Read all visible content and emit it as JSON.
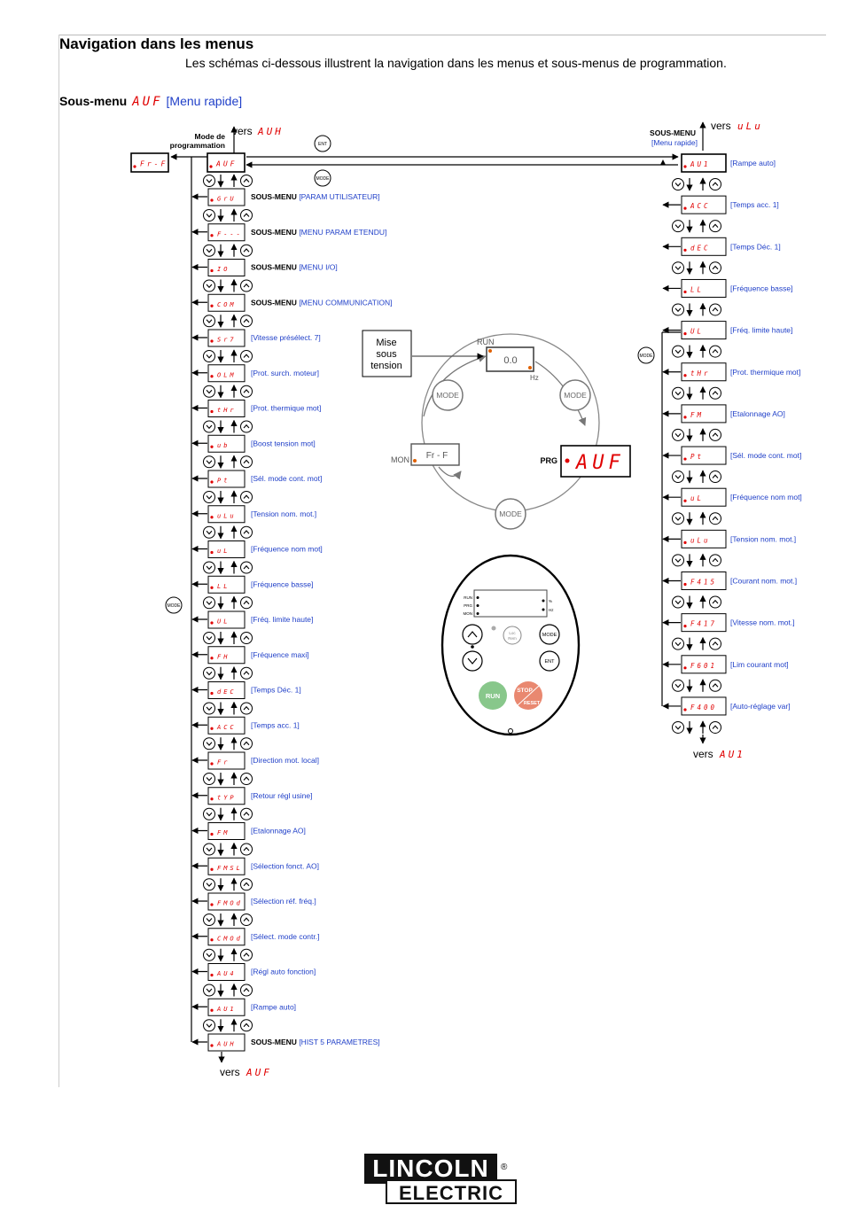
{
  "header": {
    "title": "Navigation dans les menus",
    "intro": "Les schémas ci-dessous illustrent la navigation dans les menus et sous-menus de programmation.",
    "sub_prefix": "Sous-menu",
    "sub_code": "AUF",
    "sub_name": "[Menu rapide]"
  },
  "top_left": {
    "mode_label_1": "Mode de",
    "mode_label_2": "programmation",
    "vers_label": "vers",
    "vers_code": "AUH",
    "left_box_code": "Fr-F",
    "first_code": "AUF",
    "ent_icon": "ENT",
    "mode_icon": "MODE"
  },
  "left_items": [
    {
      "code": "GrU",
      "prefix": "SOUS-MENU",
      "label": "[PARAM UTILISATEUR]"
    },
    {
      "code": "F---",
      "prefix": "SOUS-MENU",
      "label": "[MENU PARAM ETENDU]"
    },
    {
      "code": "IO",
      "prefix": "SOUS-MENU",
      "label": "[MENU I/O]"
    },
    {
      "code": "COM",
      "prefix": "SOUS-MENU",
      "label": "[MENU COMMUNICATION]"
    },
    {
      "code": "Sr7",
      "prefix": "",
      "label": "[Vitesse présélect. 7]"
    },
    {
      "code": "OLM",
      "prefix": "",
      "label": "[Prot. surch. moteur]"
    },
    {
      "code": "tHr",
      "prefix": "",
      "label": "[Prot. thermique mot]"
    },
    {
      "code": "ub",
      "prefix": "",
      "label": "[Boost tension mot]"
    },
    {
      "code": "Pt",
      "prefix": "",
      "label": "[Sél. mode cont. mot]"
    },
    {
      "code": "uLu",
      "prefix": "",
      "label": "[Tension nom. mot.]"
    },
    {
      "code": "uL",
      "prefix": "",
      "label": "[Fréquence nom mot]"
    },
    {
      "code": "LL",
      "prefix": "",
      "label": "[Fréquence basse]"
    },
    {
      "code": "UL",
      "prefix": "",
      "label": "[Fréq. limite haute]"
    },
    {
      "code": "FH",
      "prefix": "",
      "label": "[Fréquence maxi]"
    },
    {
      "code": "dEC",
      "prefix": "",
      "label": "[Temps Déc. 1]"
    },
    {
      "code": "ACC",
      "prefix": "",
      "label": "[Temps acc. 1]"
    },
    {
      "code": "Fr",
      "prefix": "",
      "label": "[Direction mot. local]"
    },
    {
      "code": "tYP",
      "prefix": "",
      "label": "[Retour régl usine]"
    },
    {
      "code": "FM",
      "prefix": "",
      "label": "[Etalonnage AO]"
    },
    {
      "code": "FMSL",
      "prefix": "",
      "label": "[Sélection fonct. AO]"
    },
    {
      "code": "FMOd",
      "prefix": "",
      "label": "[Sélection réf. fréq.]"
    },
    {
      "code": "CMOd",
      "prefix": "",
      "label": "[Sélect. mode contr.]"
    },
    {
      "code": "AU4",
      "prefix": "",
      "label": "[Régl auto fonction]"
    },
    {
      "code": "AU1",
      "prefix": "",
      "label": "[Rampe auto]"
    },
    {
      "code": "AUH",
      "prefix": "SOUS-MENU",
      "label": "[HIST 5 PARAMETRES]"
    }
  ],
  "left_bottom": {
    "vers_label": "vers",
    "vers_code": "AUF"
  },
  "right_top": {
    "sub_label": "SOUS-MENU",
    "sub_name": "[Menu rapide]",
    "vers_label": "vers",
    "vers_code": "uLu"
  },
  "right_items": [
    {
      "code": "AU1",
      "label": "[Rampe auto]"
    },
    {
      "code": "ACC",
      "label": "[Temps acc. 1]"
    },
    {
      "code": "dEC",
      "label": "[Temps Déc. 1]"
    },
    {
      "code": "LL",
      "label": "[Fréquence basse]"
    },
    {
      "code": "UL",
      "label": "[Fréq. limite haute]"
    },
    {
      "code": "tHr",
      "label": "[Prot. thermique mot]"
    },
    {
      "code": "FM",
      "label": "[Etalonnage AO]"
    },
    {
      "code": "Pt",
      "label": "[Sél. mode cont. mot]"
    },
    {
      "code": "uL",
      "label": "[Fréquence nom mot]"
    },
    {
      "code": "uLu",
      "label": "[Tension nom. mot.]"
    },
    {
      "code": "F415",
      "label": "[Courant nom. mot.]"
    },
    {
      "code": "F417",
      "label": "[Vitesse nom. mot.]"
    },
    {
      "code": "F601",
      "label": "[Lim courant mot]"
    },
    {
      "code": "F400",
      "label": "[Auto-réglage var]"
    }
  ],
  "right_bottom": {
    "vers_label": "vers",
    "vers_code": "AU1"
  },
  "cycle": {
    "power_on": [
      "Mise",
      "sous",
      "tension"
    ],
    "run_label": "RUN",
    "run_display": "0.0",
    "hz_label": "Hz",
    "mode_label": "MODE",
    "prg_label": "PRG",
    "prg_display": "AUF",
    "mon_label": "MON",
    "mon_display": "Fr - F"
  },
  "keypad": {
    "led_left": [
      "RUN",
      "PRG",
      "MON"
    ],
    "led_right": [
      "%",
      "Hz"
    ],
    "loc_label_1": "Loc",
    "loc_label_2": "Rem",
    "mode_btn": "MODE",
    "ent_btn": "ENT",
    "run_btn": "RUN",
    "stop_btn": "STOP",
    "reset_btn": "RESET"
  },
  "logo": {
    "line1": "LINCOLN",
    "line2": "ELECTRIC",
    "reg": "®"
  }
}
